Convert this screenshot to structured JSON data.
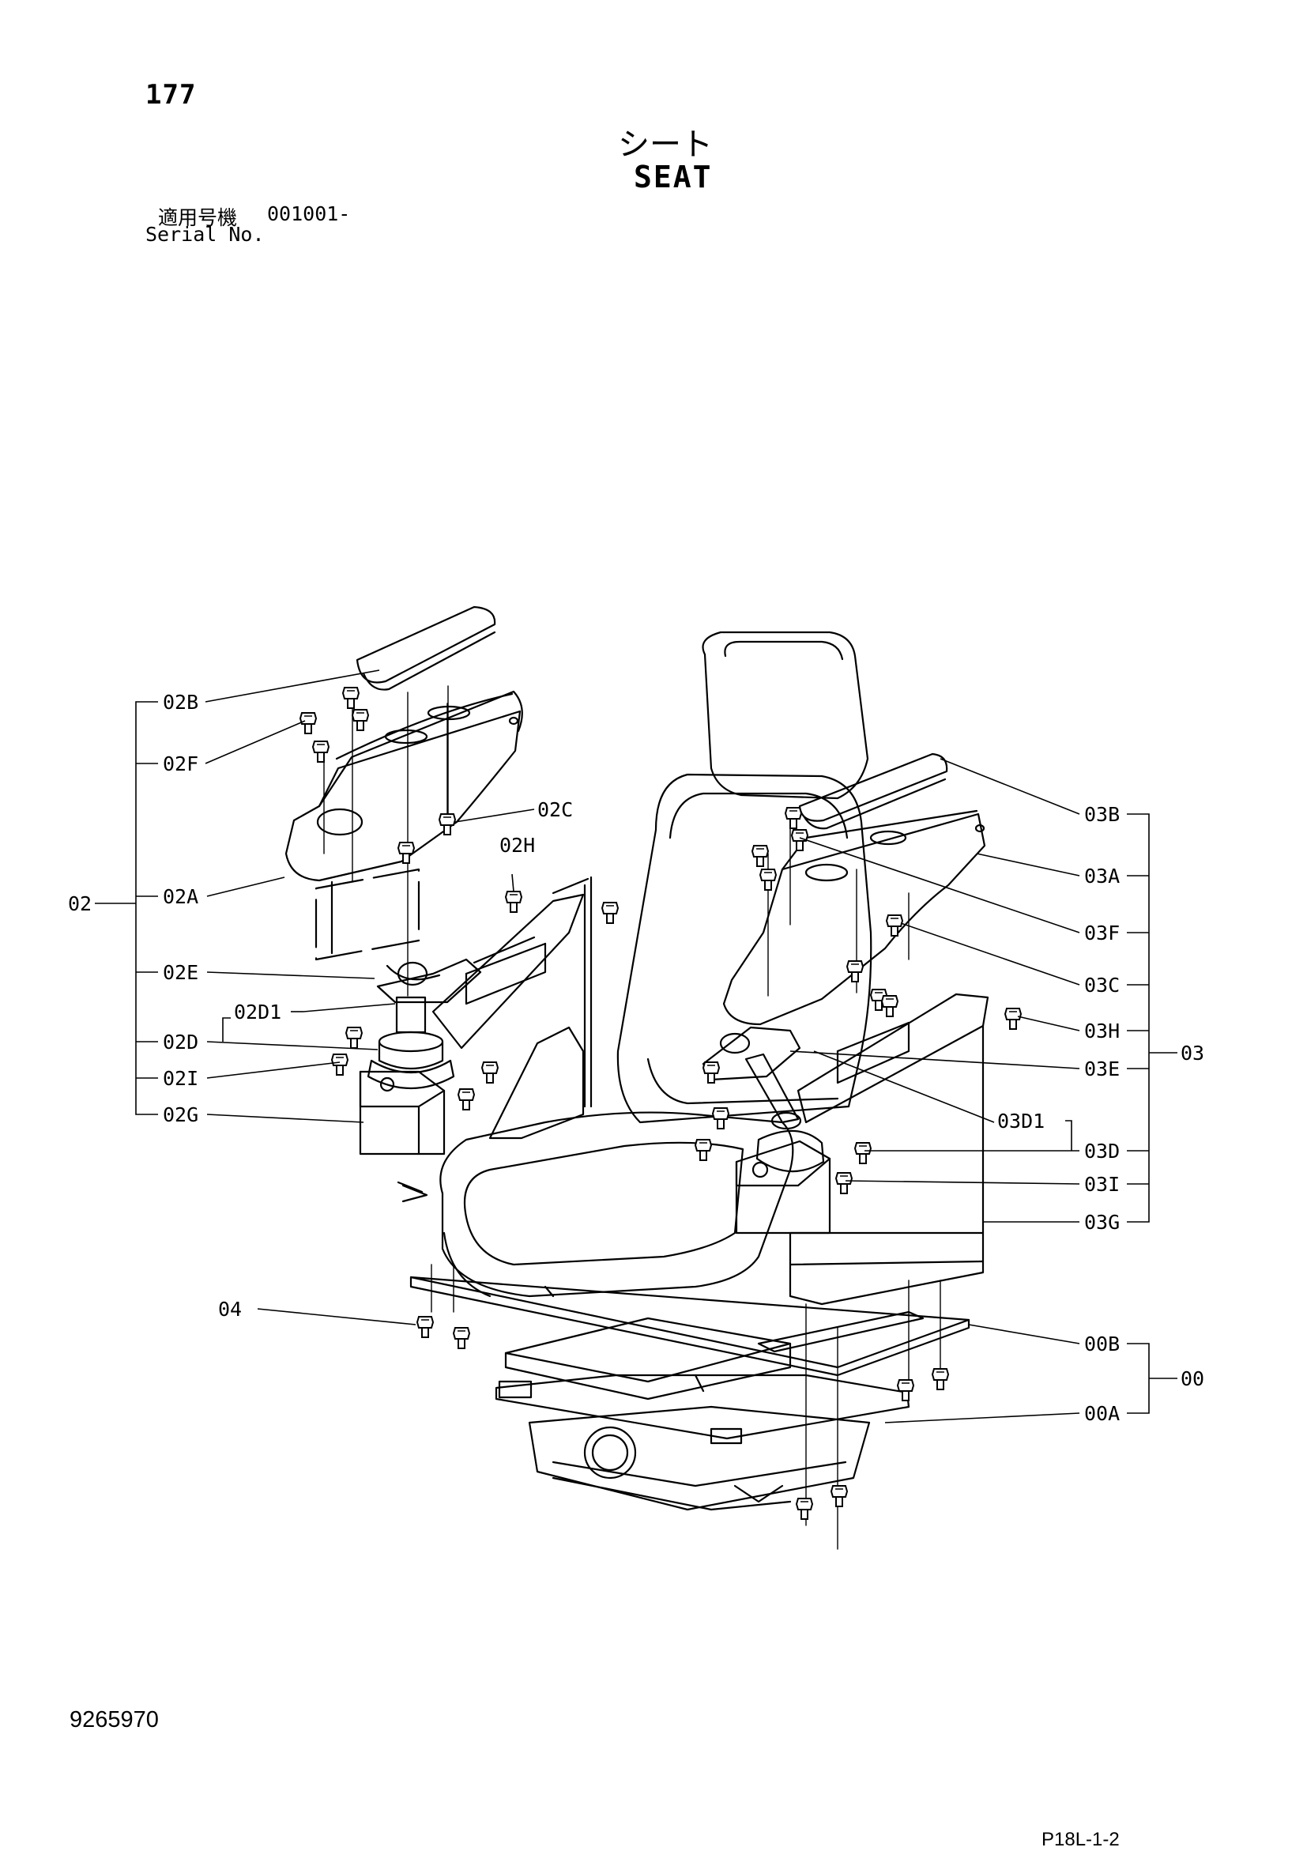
{
  "page_number": "177",
  "title_jp": "シート",
  "title_en": "SEAT",
  "serial": {
    "label_jp": "適用号機",
    "value": "001001-",
    "label_en": "Serial No."
  },
  "callouts": {
    "left": [
      "02B",
      "02F",
      "02C",
      "02H",
      "02A",
      "02E",
      "02D1",
      "02D",
      "02I",
      "02G",
      "04"
    ],
    "group_left": "02",
    "right": [
      "03B",
      "03A",
      "03F",
      "03C",
      "03H",
      "03E",
      "03D1",
      "03D",
      "03I",
      "03G",
      "00B",
      "00A"
    ],
    "group_03": "03",
    "group_00": "00"
  },
  "doc_number": "9265970",
  "page_code": "P18L-1-2"
}
